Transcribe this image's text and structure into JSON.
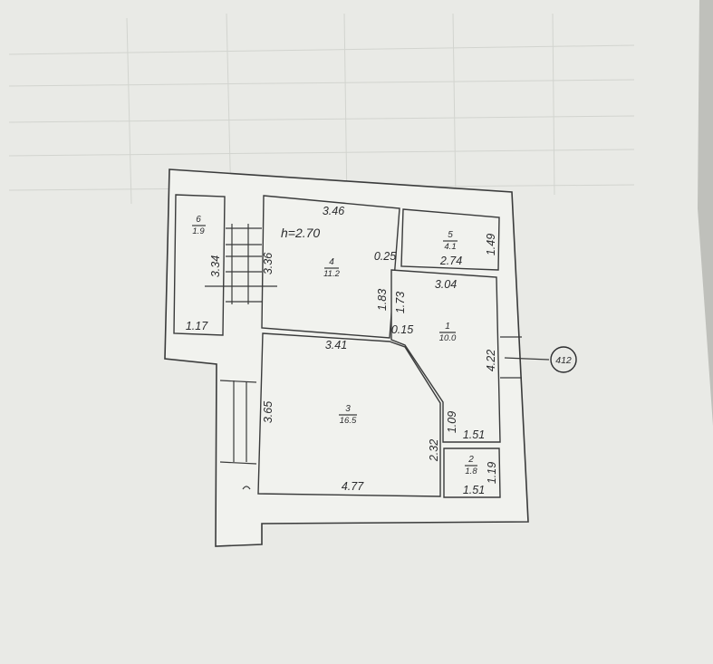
{
  "plan": {
    "height_label": "h=2.70",
    "unit_number": "412",
    "rooms": [
      {
        "number": "1",
        "area": "10.0"
      },
      {
        "number": "2",
        "area": "1.8"
      },
      {
        "number": "3",
        "area": "16.5"
      },
      {
        "number": "4",
        "area": "11.2"
      },
      {
        "number": "5",
        "area": "4.1"
      },
      {
        "number": "6",
        "area": "1.9"
      }
    ],
    "dimensions": {
      "r4_top": "3.46",
      "r4_left": "3.36",
      "r6_stair": "3.34",
      "r6_bottom": "1.17",
      "r4_wall": "0.25",
      "r5_right": "1.49",
      "r5_bottom": "2.74",
      "r1_top": "3.04",
      "r4_right": "1.83",
      "r1_left": "1.73",
      "r1_corner": "0.15",
      "r3_top": "3.41",
      "r1_right": "4.22",
      "r3_left": "3.65",
      "r1_diag": "1.09",
      "r1_bottom": "1.51",
      "r3_diag": "2.32",
      "r2_right": "1.19",
      "r3_bottom": "4.77",
      "r2_bottom": "1.51"
    }
  }
}
